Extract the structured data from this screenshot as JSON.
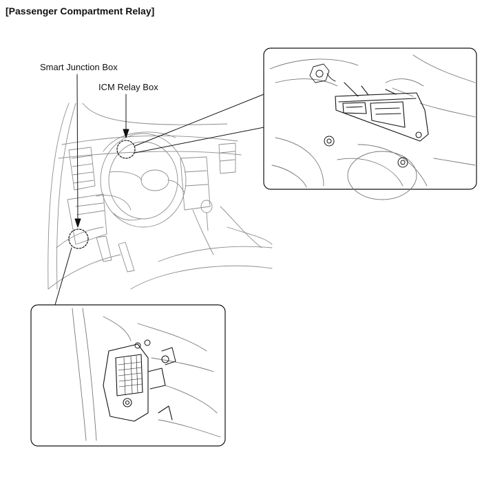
{
  "title": "[Passenger Compartment Relay]",
  "callouts": {
    "smart_junction_box": "Smart Junction Box",
    "icm_relay_box": "ICM Relay Box"
  },
  "colors": {
    "line": "#222222",
    "light_line": "#9a9a9a",
    "background": "#ffffff"
  }
}
